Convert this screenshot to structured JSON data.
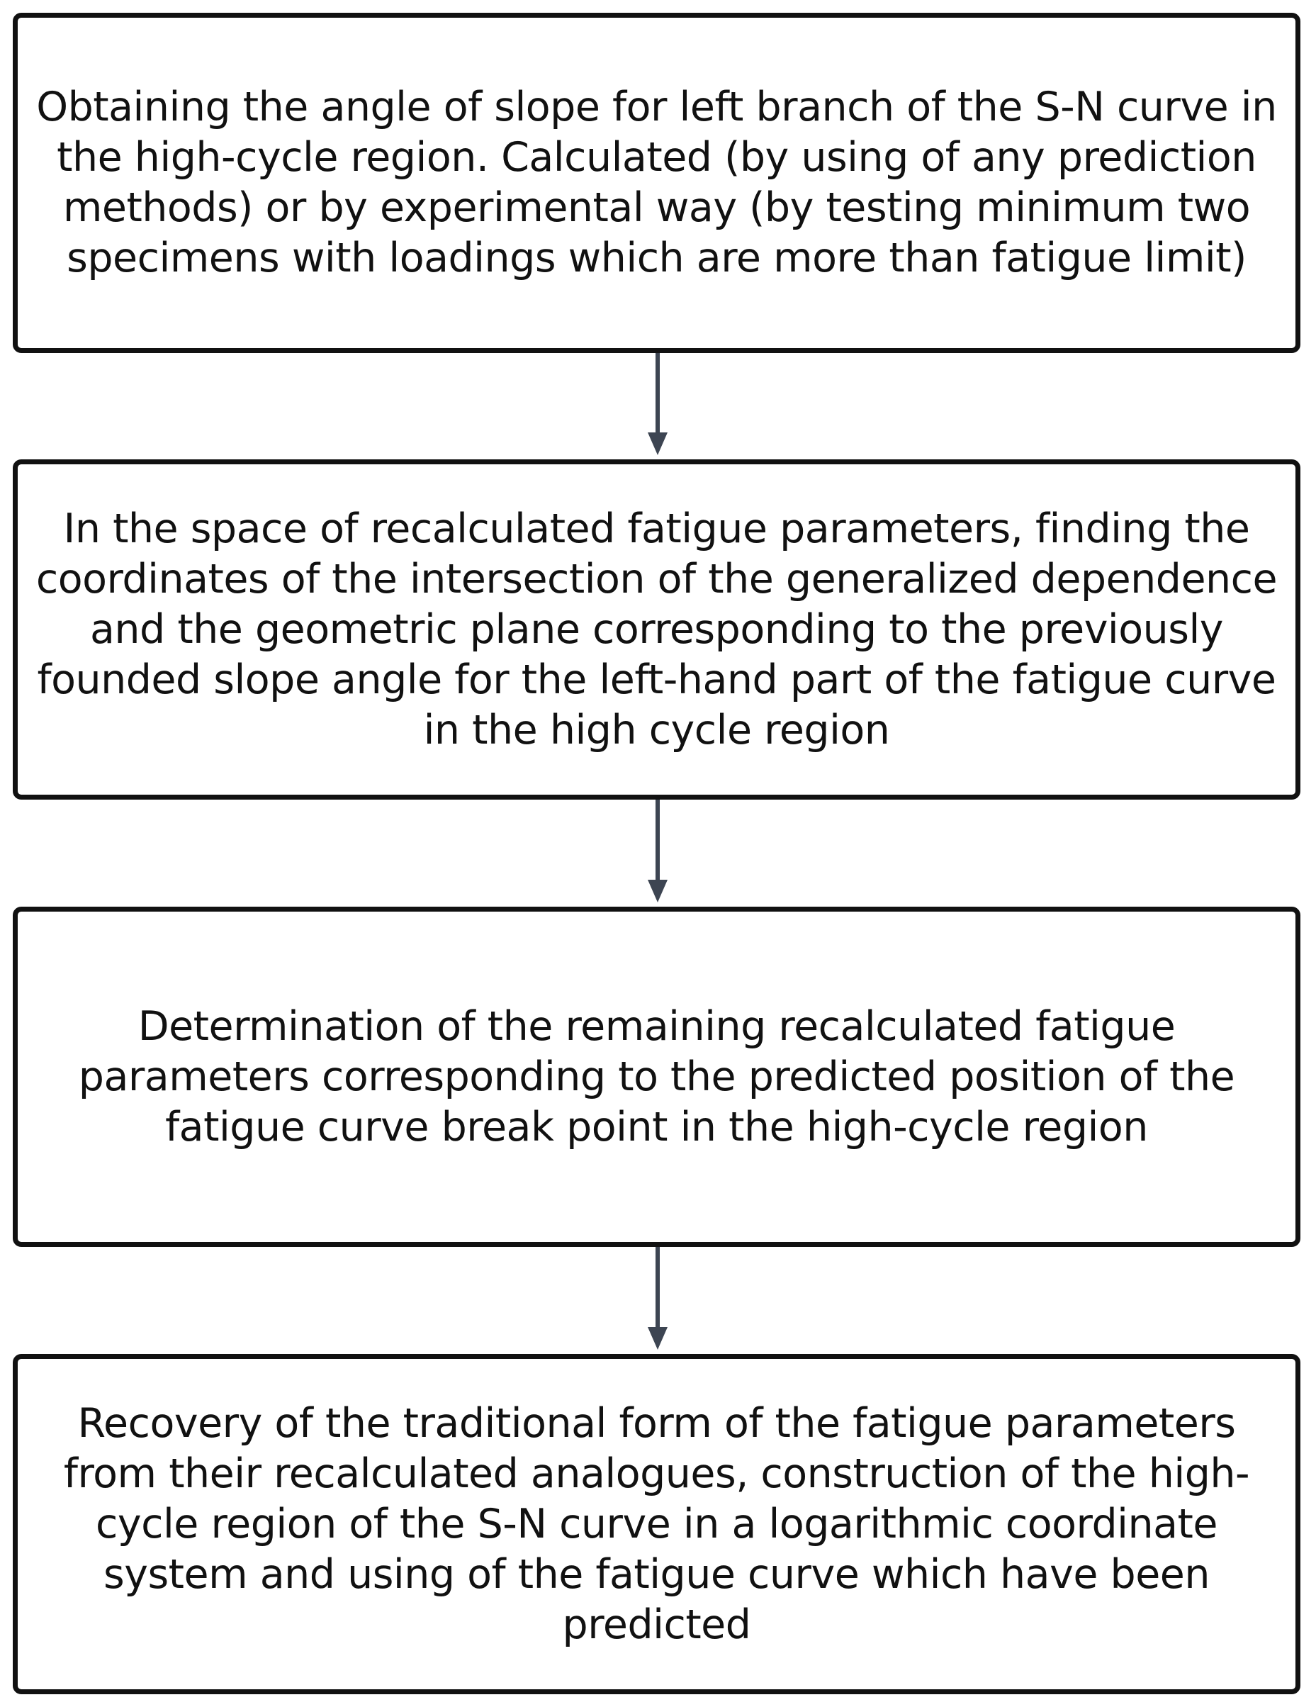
{
  "steps": [
    {
      "text": "Obtaining the angle of slope for left branch of the S-N curve in the high-cycle region. Calculated (by using of any prediction methods) or by experimental way (by testing minimum two specimens with loadings which are more than fatigue limit)"
    },
    {
      "text": "In the space of recalculated fatigue parameters, finding the coordinates of the intersection of the generalized dependence and the geometric plane corresponding to the previously founded slope angle for the left-hand part of the fatigue curve in the high cycle region"
    },
    {
      "text": "Determination of the remaining recalculated fatigue parameters corresponding to the predicted position of the fatigue curve break point in the high-cycle region"
    },
    {
      "text": "Recovery of the traditional form of the fatigue parameters from their recalculated analogues, construction of the high-cycle region of the S-N curve in a logarithmic coordinate system and using of the fatigue curve which have been predicted"
    }
  ],
  "colors": {
    "box_border": "#111111",
    "arrow": "#3d4552",
    "text": "#111111"
  }
}
